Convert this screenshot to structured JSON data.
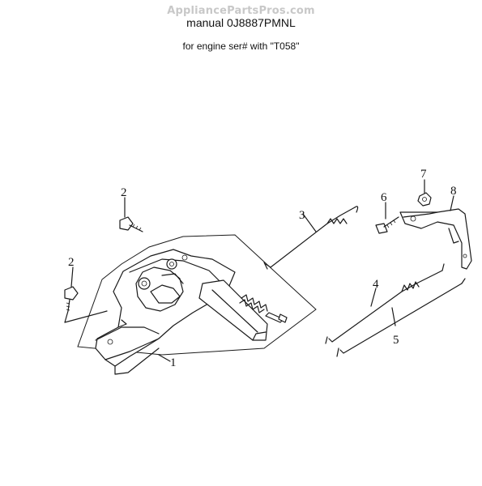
{
  "watermark": "AppliancePartsPros.com",
  "header": {
    "title": "manual 0J8887PMNL",
    "subtitle": "for engine ser# with \"T058\""
  },
  "callouts": {
    "c1": "1",
    "c2a": "2",
    "c2b": "2",
    "c3": "3",
    "c4": "4",
    "c5": "5",
    "c6": "6",
    "c7": "7",
    "c8": "8"
  }
}
